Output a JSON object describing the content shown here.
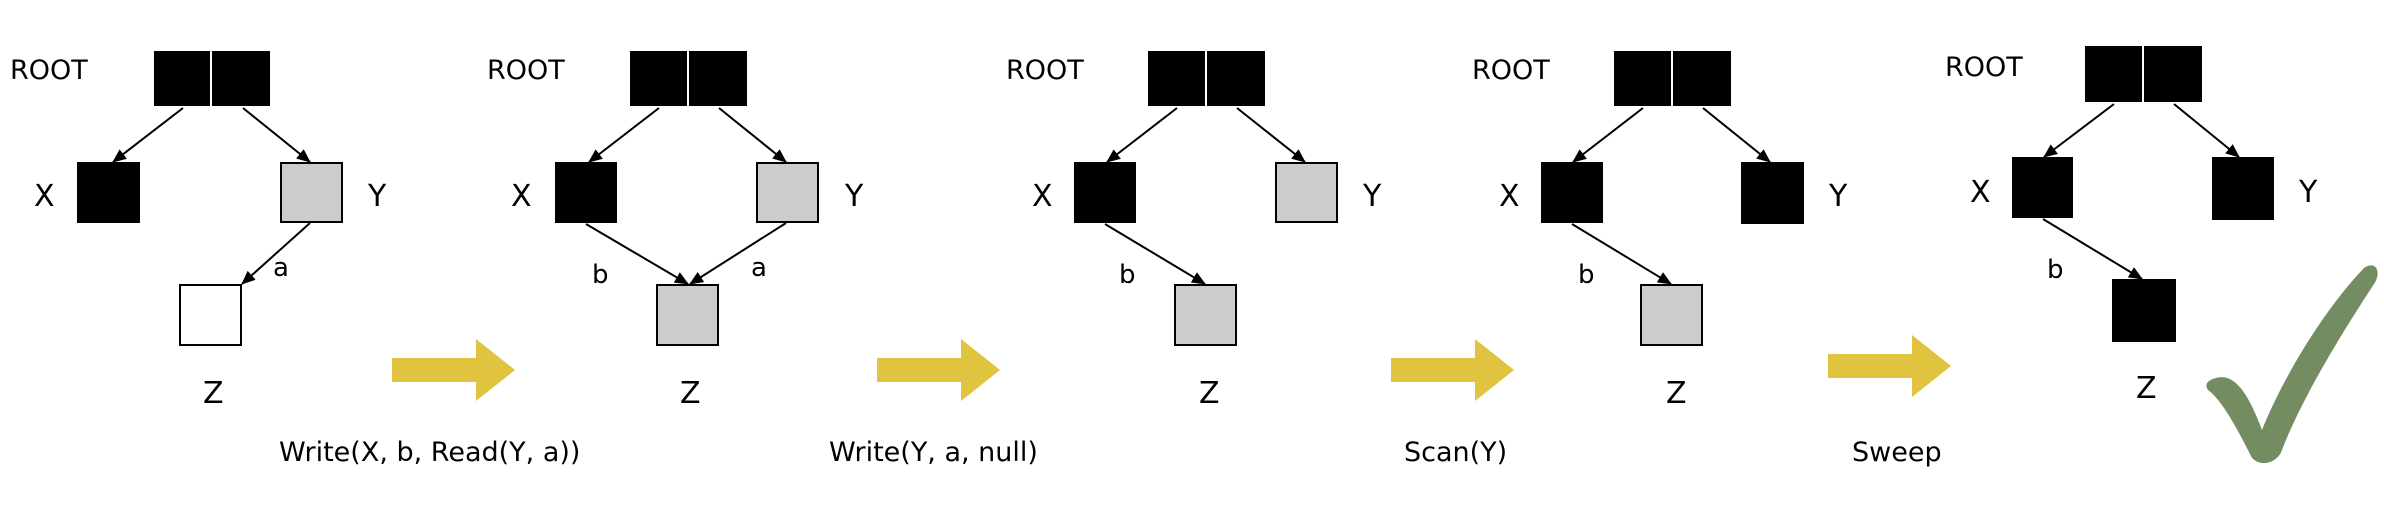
{
  "colors": {
    "black_node": "#000000",
    "gray_node": "#cccccc",
    "white_node": "#ffffff",
    "transition_arrow": "#e0c440",
    "checkmark": "#748c62"
  },
  "labels": {
    "root": "ROOT",
    "x": "X",
    "y": "Y",
    "z": "Z",
    "edge_a": "a",
    "edge_b": "b"
  },
  "steps": [
    "Write(X, b, Read(Y, a))",
    "Write(Y, a, null)",
    "Scan(Y)",
    "Sweep"
  ],
  "panels": [
    {
      "x": "black",
      "y": "gray",
      "z": "white",
      "edges": [
        "a"
      ]
    },
    {
      "x": "black",
      "y": "gray",
      "z": "gray",
      "edges": [
        "b",
        "a"
      ]
    },
    {
      "x": "black",
      "y": "gray",
      "z": "gray",
      "edges": [
        "b"
      ]
    },
    {
      "x": "black",
      "y": "black",
      "z": "gray",
      "edges": [
        "b"
      ]
    },
    {
      "x": "black",
      "y": "black",
      "z": "black",
      "edges": [
        "b"
      ]
    }
  ],
  "icons": {
    "transition": "arrow-right-icon",
    "final": "checkmark-icon"
  }
}
